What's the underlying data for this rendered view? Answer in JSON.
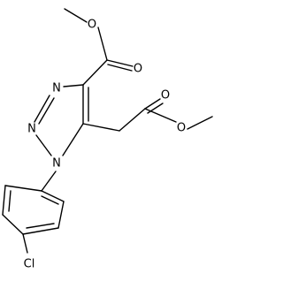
{
  "molecule": {
    "atoms": {
      "o_ester_single": "O",
      "o_ester_double": "O",
      "n3": "N",
      "n2": "N",
      "n1": "N",
      "o_side_double": "O",
      "o_side_single": "O",
      "cl": "Cl"
    }
  }
}
